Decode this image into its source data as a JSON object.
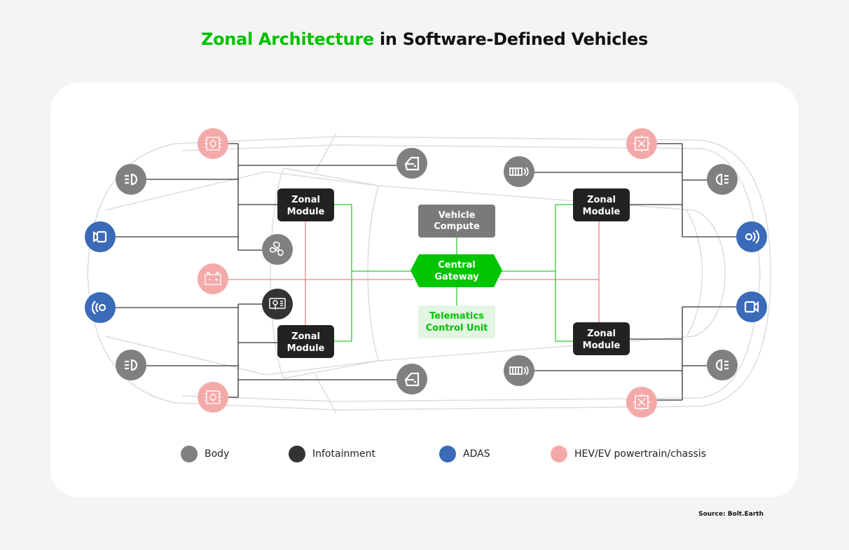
{
  "title": {
    "highlight": "Zonal Architecture",
    "rest": " in Software-Defined Vehicles"
  },
  "boxes": {
    "zonal_module_line1": "Zonal",
    "zonal_module_line2": "Module",
    "vehicle_compute_line1": "Vehicle",
    "vehicle_compute_line2": "Compute",
    "central_gateway_line1": "Central",
    "central_gateway_line2": "Gateway",
    "telematics_line1": "Telematics",
    "telematics_line2": "Control Unit"
  },
  "legend": [
    {
      "label": "Body",
      "color": "#808080"
    },
    {
      "label": "Infotainment",
      "color": "#333333"
    },
    {
      "label": "ADAS",
      "color": "#3a6ab8"
    },
    {
      "label": "HEV/EV powertrain/chassis",
      "color": "#f4a9a9"
    }
  ],
  "colors": {
    "accent": "#00c400",
    "body": "#808080",
    "infotainment": "#333333",
    "adas": "#3a6ab8",
    "powertrain": "#f4a9a9",
    "zonal": "#222222"
  },
  "source": "Source: Bolt.Earth"
}
